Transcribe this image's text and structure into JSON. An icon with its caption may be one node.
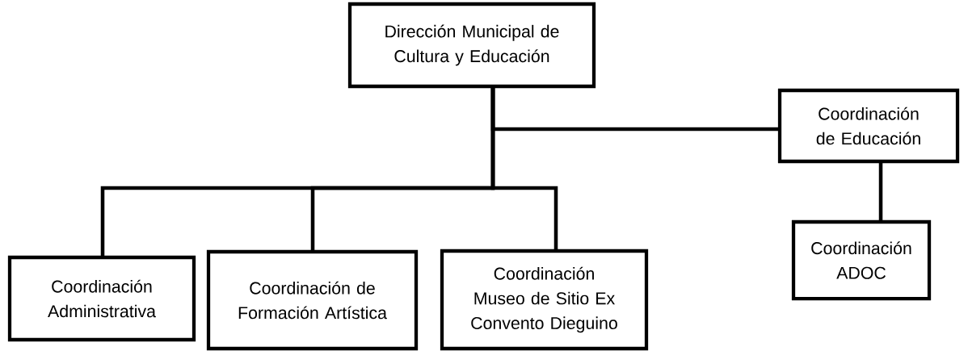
{
  "diagram": {
    "nodes": [
      {
        "text": [
          "Dirección Municipal de Cultura y Educación"
        ]
      },
      {
        "text": [
          "Coordinación de Educación"
        ]
      },
      {
        "text": [
          "Coordinación Administrativa"
        ]
      },
      {
        "text": [
          "Coordinación de Formación Artística"
        ]
      },
      {
        "text": [
          "Coordinación Museo de Sitio Ex Convento Dieguino"
        ]
      },
      {
        "text": [
          "Coordinación ADOC"
        ]
      }
    ],
    "edges": [
      {
        "from": 0,
        "to": 1,
        "arrow": "none"
      },
      {
        "from": 0,
        "to": 2,
        "arrow": "none"
      },
      {
        "from": 0,
        "to": 3,
        "arrow": "none"
      },
      {
        "from": 0,
        "to": 4,
        "arrow": "none"
      },
      {
        "from": 1,
        "to": 5,
        "arrow": "none"
      }
    ]
  }
}
